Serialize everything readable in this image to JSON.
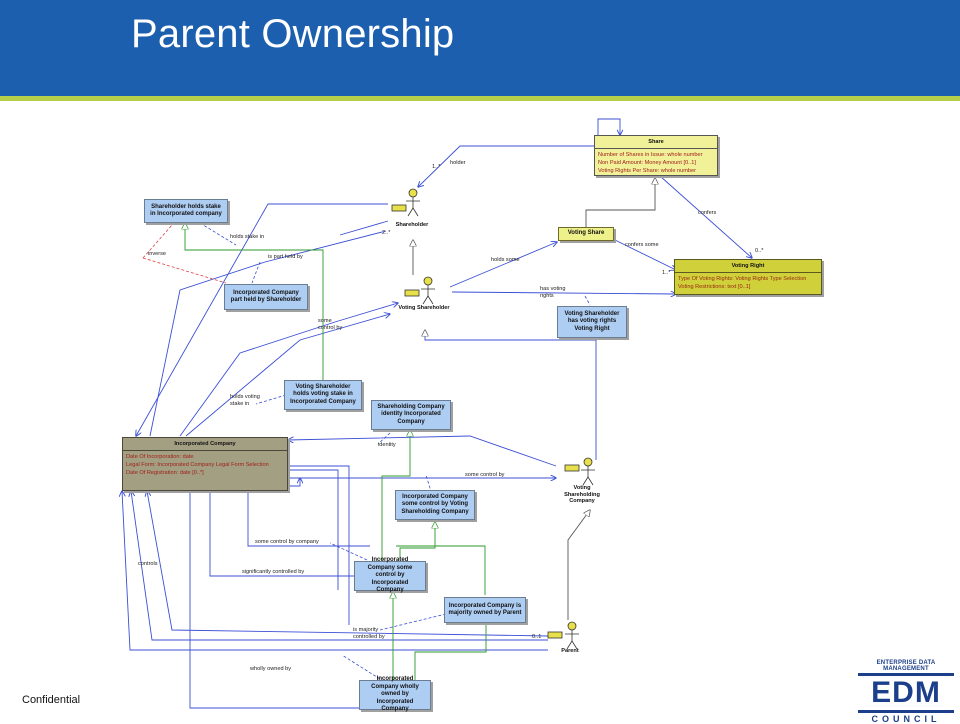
{
  "slide": {
    "title": "Parent Ownership",
    "footer": "Confidential"
  },
  "logo": {
    "tagline": "ENTERPRISE DATA MANAGEMENT",
    "name": "EDM",
    "subtitle": "COUNCIL"
  },
  "classes": {
    "share": {
      "name": "Share",
      "attributes": [
        "Number of Shares in Issue:  whole number",
        "Non Paid Amount:  Money Amount [0..1]",
        "Voting Rights Per Share:  whole number"
      ]
    },
    "voting_right": {
      "name": "Voting Right",
      "attributes": [
        "Type Of Voting Rights:  Voting Rights Type Selection",
        "Voting Restrictions:  text [0..1]"
      ]
    },
    "incorporated_company": {
      "name": "Incorporated Company",
      "attributes": [
        "Date Of Incorporation:  date",
        "Legal Form:  Incorporated Company Legal Form Selection",
        "Date Of Registration:  date [0..*]"
      ]
    },
    "voting_share": {
      "name": "Voting Share"
    }
  },
  "boxes": {
    "shareholder_holds_stake": "Shareholder holds stake in Incorporated company",
    "inc_part_held": "Incorporated Company part held by Shareholder",
    "voting_sh_has_rights": "Voting Shareholder has voting rights Voting Right",
    "voting_sh_holds_stake": "Voting Shareholder holds voting stake in Incorporated Company",
    "sh_company_identity": "Shareholding Company identity Incorporated Company",
    "inc_some_control_vsc": "Incorporated Company some control by Voting Shareholding Company",
    "inc_some_control_inc": "Incorporated Company some control by Incorporated Company",
    "inc_majority_owned": "Incorporated Company is majority owned by Parent",
    "inc_wholly_owned": "Incorporated Company wholly owned by Incorporated Company"
  },
  "actors": {
    "shareholder": "Shareholder",
    "voting_shareholder": "Voting Shareholder",
    "voting_shareholding_company": "Voting Shareholding Company",
    "parent": "Parent"
  },
  "labels": {
    "holder": "holder",
    "mult_1n": "1..*",
    "mult_2n": "2..*",
    "mult_0n": "0..*",
    "mult_1n_b": "1..*",
    "mult_01": "0..1",
    "confers": "confers",
    "confers_some": "confers some",
    "holds_some": "holds some",
    "has_voting_rights": "has voting rights",
    "holds_stake_in": "holds stake in",
    "inverse": "inverse",
    "is_part_held_by": "is part held by",
    "some_control_by": "some control by",
    "holds_voting_stake_in": "holds voting stake in",
    "identity": "identity",
    "some_control_by_2": "some control by",
    "some_control_by_company": "some control by company",
    "significantly_controlled_by": "significantly controlled by",
    "controls": "controls",
    "is_majority_controlled_by": "is majority controlled by",
    "wholly_owned_by": "wholly owned by"
  },
  "colors": {
    "header": "#1b5fae",
    "header_stripe": "#b6cf4a",
    "association": "#3b4fd6",
    "generalization": "#2b9a2b",
    "dashed": "#e04040",
    "dotted": "#3b4fd6"
  }
}
